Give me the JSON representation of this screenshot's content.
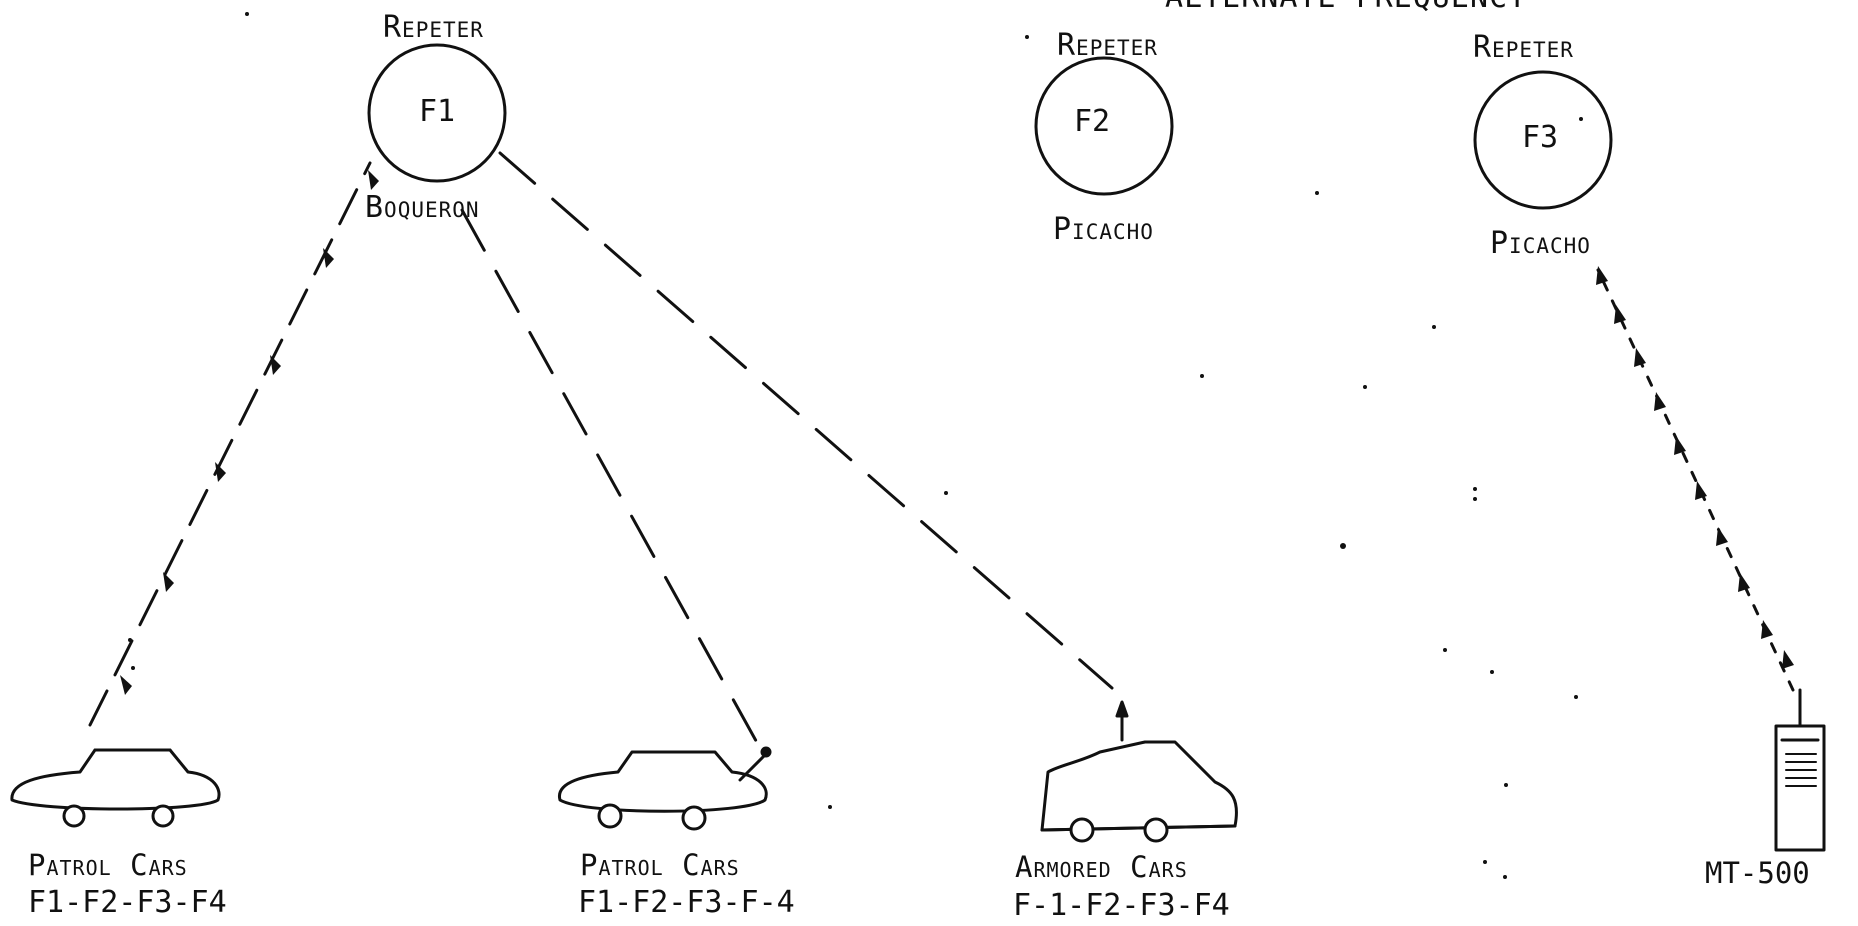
{
  "header": {
    "partial_title": "ALTERNATE FREQUENCY"
  },
  "repeaters": [
    {
      "heading": "Repeter",
      "freq": "F1",
      "site": "Boqueron"
    },
    {
      "heading": "Repeter",
      "freq": "F2",
      "site": "Picacho"
    },
    {
      "heading": "Repeter",
      "freq": "F3",
      "site": "Picacho"
    }
  ],
  "units": [
    {
      "name": "Patrol Cars",
      "freqs": "F1-F2-F3-F4"
    },
    {
      "name": "Patrol Cars",
      "freqs": "F1-F2-F3-F-4"
    },
    {
      "name": "Armored Cars",
      "freqs": "F-1-F2-F3-F4"
    },
    {
      "name": "MT-500",
      "freqs": ""
    }
  ],
  "colors": {
    "ink": "#111111",
    "paper": "#ffffff"
  }
}
